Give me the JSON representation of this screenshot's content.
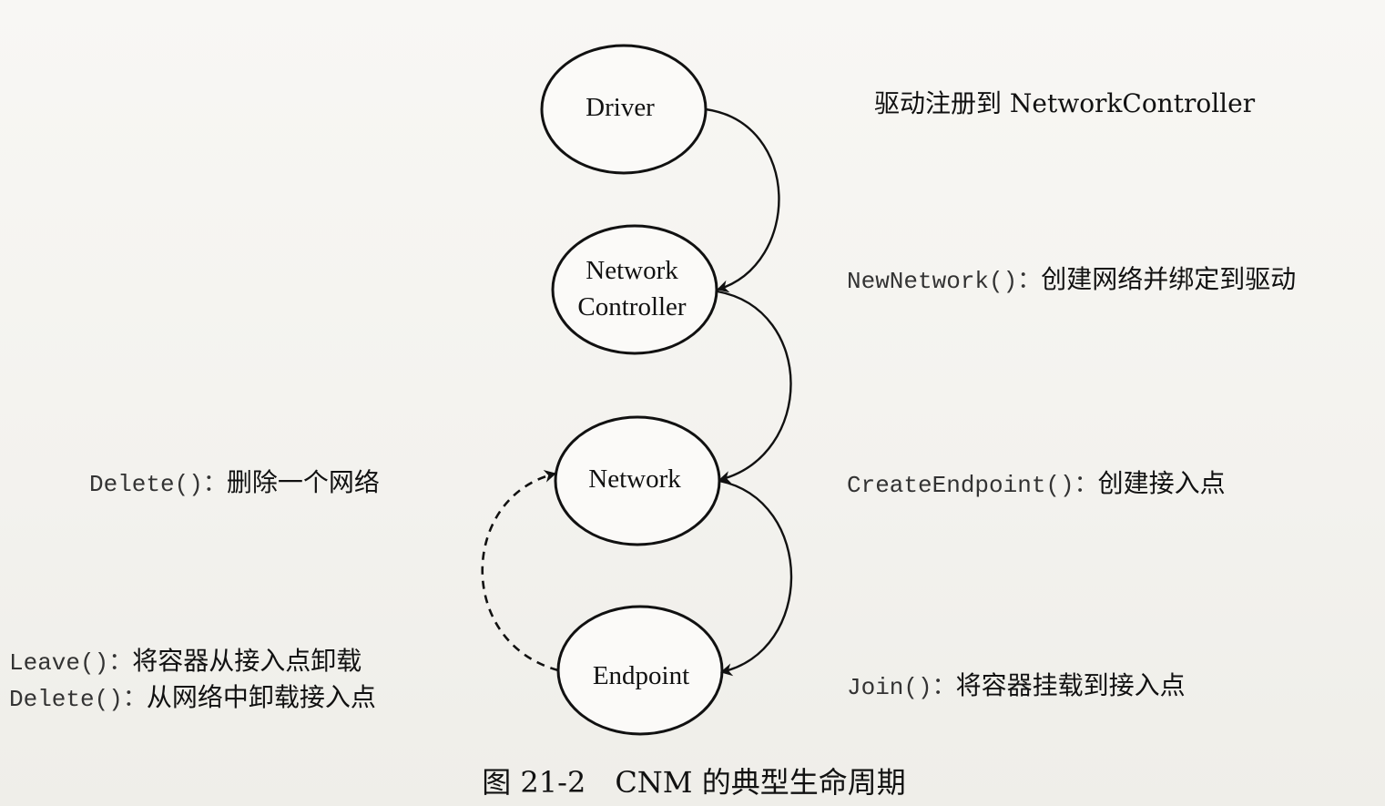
{
  "nodes": {
    "driver": {
      "label": "Driver"
    },
    "controller": {
      "line1": "Network",
      "line2": "Controller"
    },
    "network": {
      "label": "Network"
    },
    "endpoint": {
      "label": "Endpoint"
    }
  },
  "annotations": {
    "register": "驱动注册到 NetworkController",
    "new_network": {
      "code": "NewNetwork()：",
      "text": "创建网络并绑定到驱动"
    },
    "create_endpoint": {
      "code": "CreateEndpoint()：",
      "text": "创建接入点"
    },
    "join": {
      "code": "Join()：",
      "text": "将容器挂载到接入点"
    },
    "delete_network": {
      "code": "Delete()：",
      "text": "删除一个网络"
    },
    "leave": {
      "code": "Leave()：",
      "text": "将容器从接入点卸载"
    },
    "delete_endpoint": {
      "code": "Delete()：",
      "text": "从网络中卸载接入点"
    }
  },
  "caption": "图 21-2　CNM 的典型生命周期",
  "colors": {
    "ink": "#111111",
    "paper": "#f7f6f3"
  }
}
